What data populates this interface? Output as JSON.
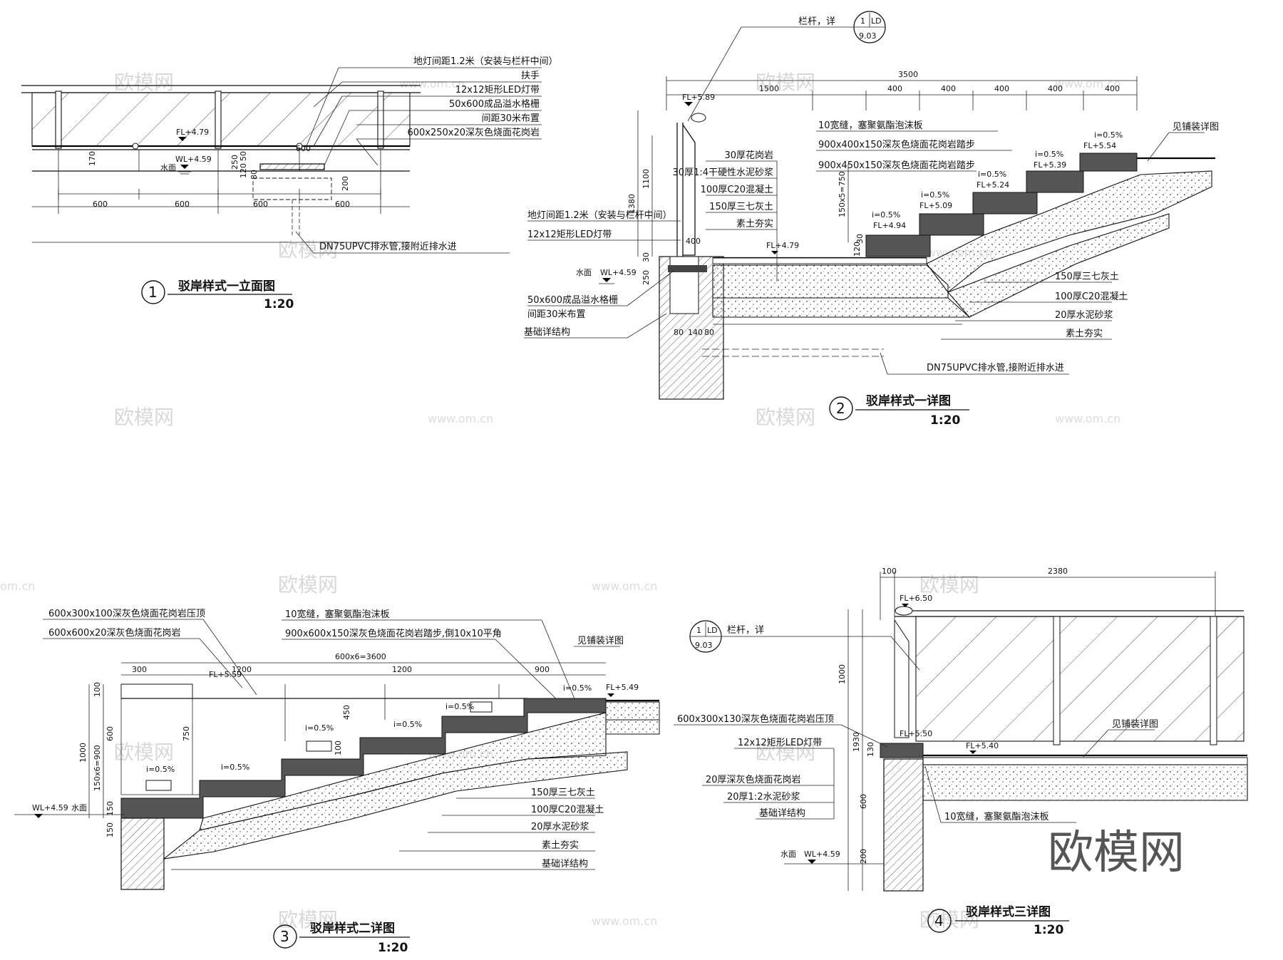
{
  "watermark": {
    "text": "欧模网",
    "url": "www.om.cn",
    "url_short": "om.cn",
    "brand": "欧模网"
  },
  "drawing1": {
    "number": "1",
    "title": "驳岸样式一立面图",
    "scale": "1:20",
    "callouts": [
      "地灯间距1.2米（安装与栏杆中间）",
      "扶手",
      "12x12矩形LED灯带",
      "50x600成品溢水格栅",
      "间距30米布置",
      "600x250x20深灰色烧面花岗岩"
    ],
    "pipe": "DN75UPVC排水管,接附近排水进",
    "fl": "FL+4.79",
    "wl": "WL+4.59",
    "water": "水面",
    "dims_bottom": [
      "600",
      "600",
      "600",
      "600"
    ],
    "dims_side": [
      "170",
      "250",
      "50",
      "120",
      "80",
      "200"
    ],
    "dim_grate": "600"
  },
  "drawing2": {
    "number": "2",
    "title": "驳岸样式一详图",
    "scale": "1:20",
    "rail_ref": "栏杆，详",
    "ref_top": "1",
    "ref_code": "LD",
    "ref_bottom": "9.03",
    "dims_top": [
      "3500",
      "1500",
      "400",
      "400",
      "400",
      "400",
      "400"
    ],
    "layers_left": [
      "30厚花岗岩",
      "30厚1:4干硬性水泥砂浆",
      "100厚C20混凝土",
      "150厚三七灰土",
      "素土夯实"
    ],
    "callouts_left": [
      "地灯间距1.2米（安装与栏杆中间）",
      "12x12矩形LED灯带",
      "50x600成品溢水格栅",
      "间距30米布置",
      "基础详结构"
    ],
    "callouts_top": [
      "10宽缝，塞聚氨酯泡沫板",
      "900x400x150深灰色烧面花岗岩踏步",
      "900x450x150深灰色烧面花岗岩踏步"
    ],
    "see_detail": "见铺装详图",
    "layers_right": [
      "150厚三七灰土",
      "100厚C20混凝土",
      "20厚水泥砂浆",
      "素土夯实"
    ],
    "pipe": "DN75UPVC排水管,接附近排水进",
    "levels": [
      "FL+5.89",
      "FL+4.79",
      "FL+4.94",
      "FL+5.09",
      "FL+5.24",
      "FL+5.39",
      "FL+5.54"
    ],
    "slope": "i=0.5%",
    "wl": "WL+4.59",
    "water": "水面",
    "dims_side": [
      "1380",
      "1100",
      "150x5=750",
      "250",
      "30",
      "400",
      "120",
      "30"
    ],
    "dims_base": [
      "80",
      "140",
      "80"
    ]
  },
  "drawing3": {
    "number": "3",
    "title": "驳岸样式二详图",
    "scale": "1:20",
    "callouts_left": [
      "600x300x100深灰色烧面花岗岩压顶",
      "600x600x20深灰色烧面花岗岩"
    ],
    "callouts_top": [
      "10宽缝，塞聚氨酯泡沫板",
      "900x600x150深灰色烧面花岗岩踏步,倒10x10平角"
    ],
    "see_detail": "见铺装详图",
    "layers_right": [
      "150厚三七灰土",
      "100厚C20混凝土",
      "20厚水泥砂浆",
      "素土夯实",
      "基础详结构"
    ],
    "dims_top": [
      "600x6=3600",
      "300",
      "1200",
      "1200",
      "900"
    ],
    "levels": [
      "FL+5.59",
      "FL+5.49",
      "WL+4.59"
    ],
    "slope": "i=0.5%",
    "water": "水面",
    "dims_side": [
      "1000",
      "150x6=900",
      "100",
      "600",
      "150",
      "150",
      "750",
      "450",
      "100"
    ]
  },
  "drawing4": {
    "number": "4",
    "title": "驳岸样式三详图",
    "scale": "1:20",
    "rail_ref": "栏杆，详",
    "ref_top": "1",
    "ref_code": "LD",
    "ref_bottom": "9.03",
    "dims_top": [
      "100",
      "2380"
    ],
    "callouts_left": [
      "600x300x130深灰色烧面花岗岩压顶",
      "12x12矩形LED灯带",
      "20厚深灰色烧面花岗岩",
      "20厚1:2水泥砂浆",
      "基础详结构"
    ],
    "see_detail": "见铺装详图",
    "joint": "10宽缝，塞聚氨酯泡沫板",
    "levels": [
      "FL+6.50",
      "FL+5.50",
      "FL+5.40"
    ],
    "wl": "WL+4.59",
    "water": "水面",
    "dims_side": [
      "1000",
      "130",
      "1930",
      "600",
      "200"
    ]
  }
}
